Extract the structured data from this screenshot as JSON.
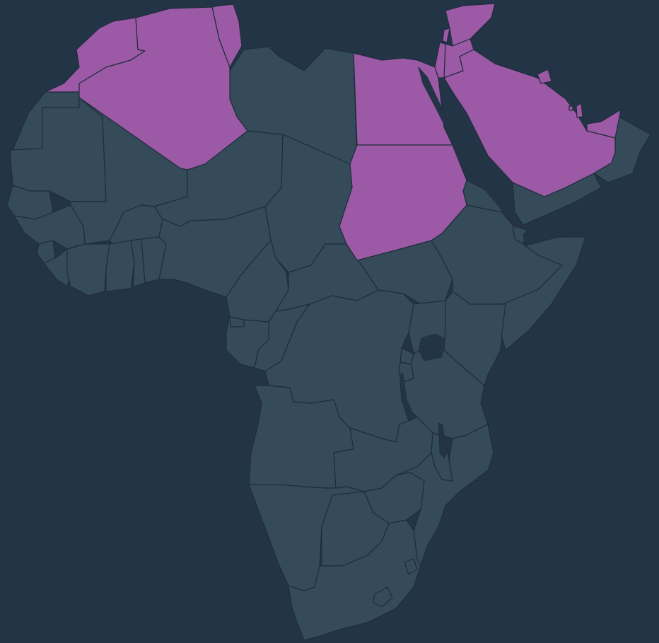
{
  "map": {
    "colors": {
      "ocean": "#243447",
      "land": "#354b5a",
      "highlight": "#9b59a6",
      "border": "#1f2d3a"
    },
    "highlighted_regions": [
      "morocco",
      "algeria",
      "tunisia",
      "egypt",
      "sudan",
      "israel",
      "lebanon",
      "syria",
      "jordan",
      "saudi-arabia",
      "kuwait",
      "qatar",
      "bahrain",
      "united-arab-emirates"
    ],
    "base_regions": [
      "western-sahara",
      "mauritania",
      "mali",
      "niger",
      "chad",
      "libya",
      "senegal",
      "guinea",
      "sierra-leone",
      "liberia",
      "ivory-coast",
      "ghana",
      "burkina-faso",
      "togo",
      "benin",
      "nigeria",
      "cameroon",
      "central-african-republic",
      "south-sudan",
      "ethiopia",
      "eritrea",
      "djibouti",
      "somalia",
      "kenya",
      "uganda",
      "rwanda",
      "burundi",
      "tanzania",
      "dr-congo",
      "congo",
      "gabon",
      "equatorial-guinea",
      "angola",
      "zambia",
      "malawi",
      "mozambique",
      "zimbabwe",
      "botswana",
      "namibia",
      "south-africa",
      "lesotho",
      "eswatini",
      "yemen",
      "oman"
    ]
  }
}
